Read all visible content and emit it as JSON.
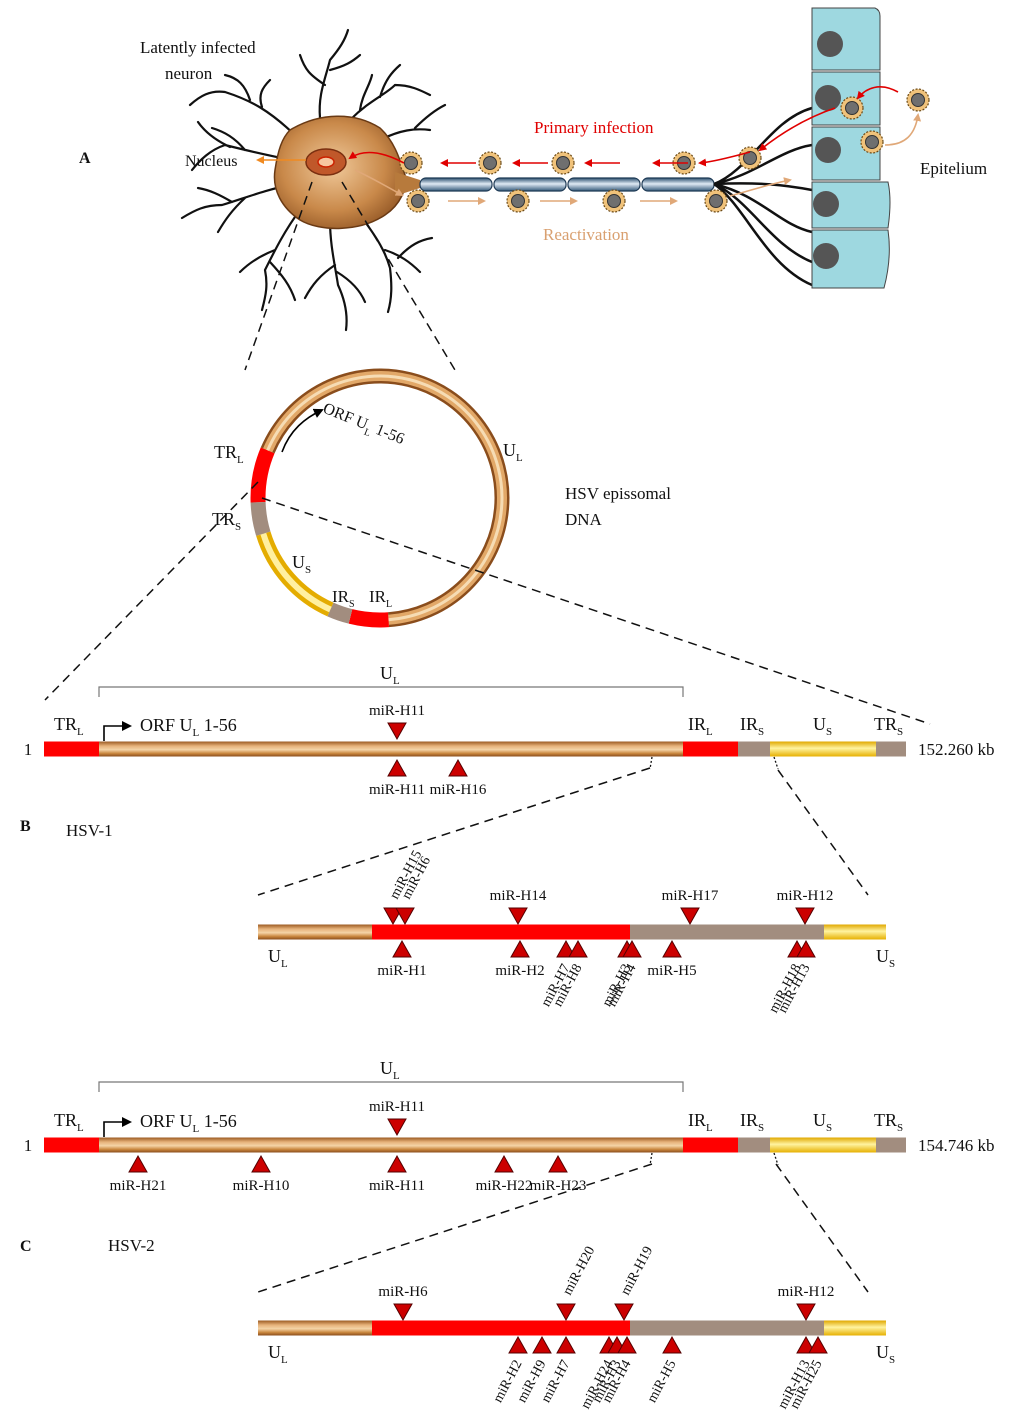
{
  "panels": {
    "a": "A",
    "b": "B",
    "c": "C"
  },
  "neuron": {
    "title_line1": "Latently infected",
    "title_line2": "neuron",
    "nucleus": "Nucleus",
    "primary": "Primary infection",
    "reactivation": "Reactivation",
    "epithelium": "Epitelium"
  },
  "circle": {
    "orf": "ORF U",
    "orf_sub": "L",
    "orf_tail": " 1-56",
    "trl": "TR",
    "trl_sub": "L",
    "trs": "TR",
    "trs_sub": "S",
    "ul": "U",
    "ul_sub": "L",
    "us": "U",
    "us_sub": "S",
    "irs": "IR",
    "irs_sub": "S",
    "irl": "IR",
    "irl_sub": "L",
    "caption_line1": "HSV epissomal",
    "caption_line2": "DNA"
  },
  "genomes": [
    {
      "label": "HSV-1",
      "start": "1",
      "size": "152.260 kb",
      "ul_bracket": "U",
      "ul_bracket_sub": "L",
      "trl": "TR",
      "trl_sub": "L",
      "orf": "ORF U",
      "orf_sub": "L",
      "orf_tail": " 1-56",
      "irl": "IR",
      "irl_sub": "L",
      "irs": "IR",
      "irs_sub": "S",
      "us": "U",
      "us_sub": "S",
      "trs": "TR",
      "trs_sub": "S",
      "top_mirnas": [
        "miR-H11"
      ],
      "bottom_mirnas": [
        "miR-H11",
        "miR-H16"
      ],
      "zoom": {
        "ul": "U",
        "ul_sub": "L",
        "us": "U",
        "us_sub": "S",
        "top_mirnas": [
          "miR-H15",
          "miR-H6",
          "miR-H14",
          "miR-H17",
          "miR-H12"
        ],
        "bottom_mirnas": [
          "miR-H1",
          "miR-H2",
          "miR-H7",
          "miR-H8",
          "miR-H3",
          "miR-H4",
          "miR-H5",
          "miR-H18",
          "miR-H13"
        ]
      }
    },
    {
      "label": "HSV-2",
      "start": "1",
      "size": "154.746 kb",
      "ul_bracket": "U",
      "ul_bracket_sub": "L",
      "trl": "TR",
      "trl_sub": "L",
      "orf": "ORF U",
      "orf_sub": "L",
      "orf_tail": " 1-56",
      "irl": "IR",
      "irl_sub": "L",
      "irs": "IR",
      "irs_sub": "S",
      "us": "U",
      "us_sub": "S",
      "trs": "TR",
      "trs_sub": "S",
      "top_mirnas": [
        "miR-H11"
      ],
      "bottom_mirnas": [
        "miR-H21",
        "miR-H10",
        "miR-H11",
        "miR-H22",
        "miR-H23"
      ],
      "zoom": {
        "ul": "U",
        "ul_sub": "L",
        "us": "U",
        "us_sub": "S",
        "top_mirnas": [
          "miR-H6",
          "miR-H20",
          "miR-H19",
          "miR-H12"
        ],
        "bottom_mirnas": [
          "miR-H2",
          "miR-H9",
          "miR-H7",
          "miR-H24",
          "miR-H3",
          "miR-H4",
          "miR-H5",
          "miR-H13",
          "miR-H25"
        ]
      }
    }
  ],
  "colors": {
    "red": "#ff0000",
    "bronze": "#c8853c",
    "grey": "#a28d7f",
    "yellow": "#f5c400",
    "marker": "#cc0000",
    "cell": "#9ed8e0",
    "soma": "#b06a2a",
    "primary_text": "#e00000",
    "reactivation_text": "#d9a070"
  }
}
